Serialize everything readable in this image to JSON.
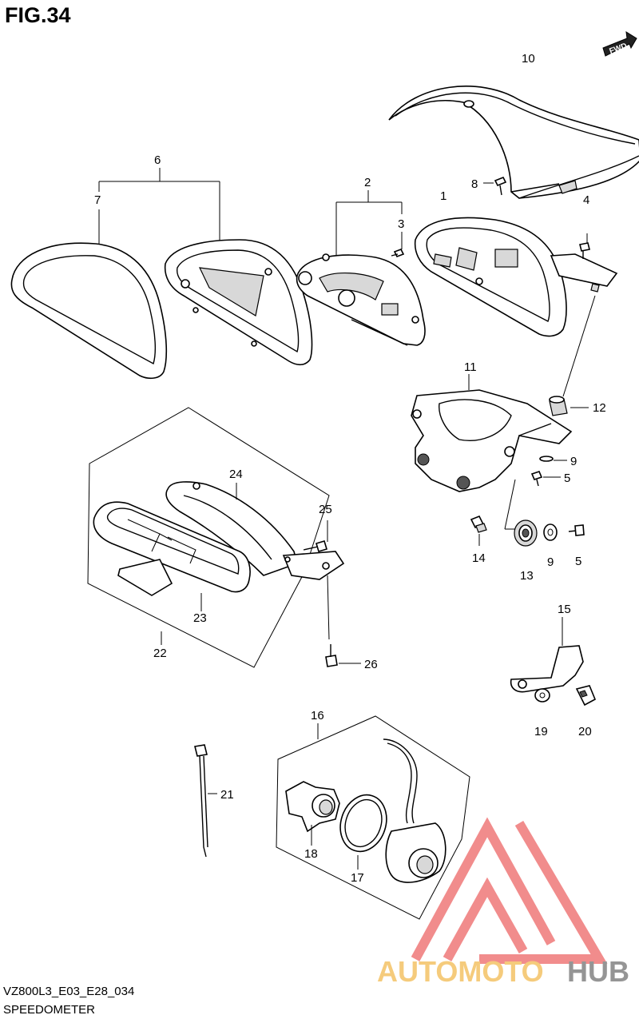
{
  "figure": {
    "title": "FIG.34",
    "model_code": "VZ800L3_E03_E28_034",
    "section_name": "SPEEDOMETER",
    "fwd_label": "FWD"
  },
  "callouts": [
    {
      "id": "c1",
      "label": "1"
    },
    {
      "id": "c2",
      "label": "2"
    },
    {
      "id": "c3",
      "label": "3"
    },
    {
      "id": "c4",
      "label": "4"
    },
    {
      "id": "c5a",
      "label": "5"
    },
    {
      "id": "c5b",
      "label": "5"
    },
    {
      "id": "c6",
      "label": "6"
    },
    {
      "id": "c7",
      "label": "7"
    },
    {
      "id": "c8",
      "label": "8"
    },
    {
      "id": "c9a",
      "label": "9"
    },
    {
      "id": "c9b",
      "label": "9"
    },
    {
      "id": "c10",
      "label": "10"
    },
    {
      "id": "c11",
      "label": "11"
    },
    {
      "id": "c12",
      "label": "12"
    },
    {
      "id": "c13",
      "label": "13"
    },
    {
      "id": "c14",
      "label": "14"
    },
    {
      "id": "c15",
      "label": "15"
    },
    {
      "id": "c16",
      "label": "16"
    },
    {
      "id": "c17",
      "label": "17"
    },
    {
      "id": "c18",
      "label": "18"
    },
    {
      "id": "c19",
      "label": "19"
    },
    {
      "id": "c20",
      "label": "20"
    },
    {
      "id": "c21",
      "label": "21"
    },
    {
      "id": "c22",
      "label": "22"
    },
    {
      "id": "c23",
      "label": "23"
    },
    {
      "id": "c24",
      "label": "24"
    },
    {
      "id": "c25",
      "label": "25"
    },
    {
      "id": "c26",
      "label": "26"
    }
  ],
  "watermark": {
    "part1": "AUTOMOTO",
    "part2": "HUB",
    "color_logo": "#f08080",
    "color_part1": "#f5c66e",
    "color_part2": "#8a8a8a"
  }
}
